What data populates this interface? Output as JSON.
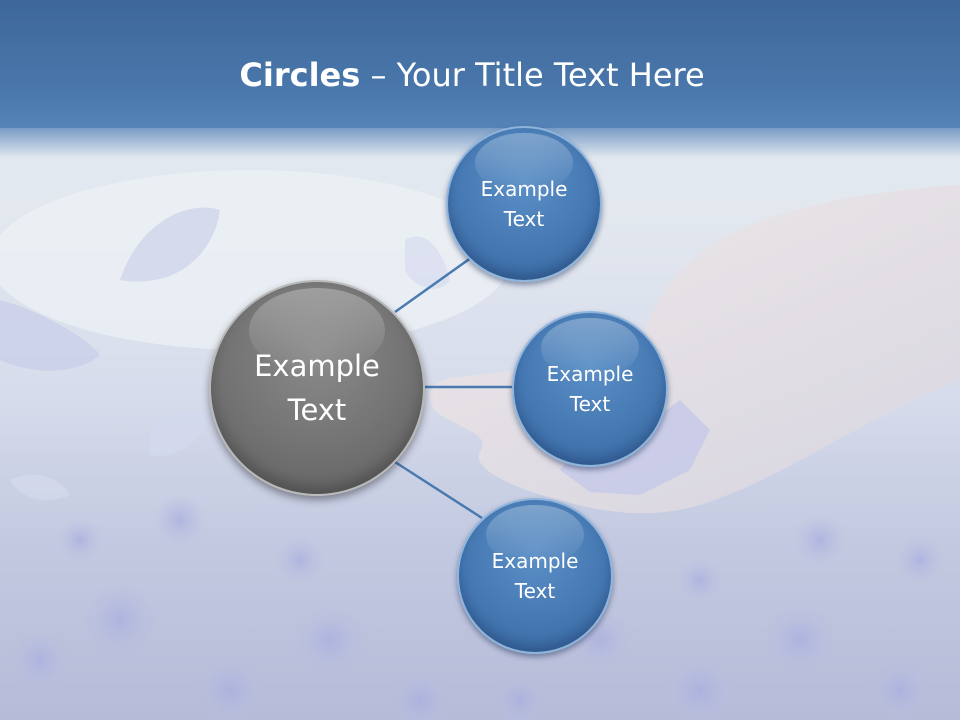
{
  "slide": {
    "title_bold": "Circles",
    "title_rest": " – Your Title Text Here"
  },
  "diagram": {
    "center": {
      "label_line1": "Example",
      "label_line2": "Text",
      "color": "#737373"
    },
    "nodes": [
      {
        "label_line1": "Example",
        "label_line2": "Text",
        "color": "#4679b3"
      },
      {
        "label_line1": "Example",
        "label_line2": "Text",
        "color": "#4679b3"
      },
      {
        "label_line1": "Example",
        "label_line2": "Text",
        "color": "#4679b3"
      }
    ],
    "connector_color": "#4a7ab0"
  },
  "colors": {
    "title_bar": "#4a77ab",
    "title_text": "#ffffff"
  }
}
